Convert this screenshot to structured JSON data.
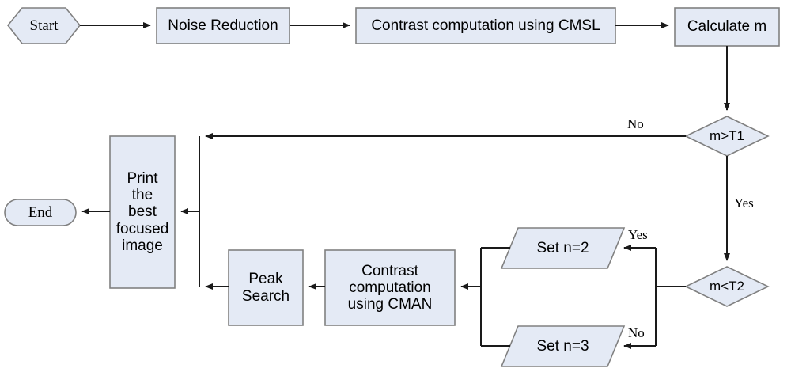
{
  "diagram": {
    "title": "Autofocus algorithm flowchart",
    "style": {
      "shape_fill": "#e4eaf5",
      "shape_stroke": "#808080",
      "line_color": "#1a1a1a",
      "text_color": "#000000",
      "background": "#ffffff"
    }
  },
  "nodes": [
    {
      "id": "start",
      "shape": "hexagon",
      "label": "Start"
    },
    {
      "id": "noise",
      "shape": "rectangle",
      "label": "Noise Reduction"
    },
    {
      "id": "cmsl",
      "shape": "rectangle",
      "label": "Contrast computation using CMSL"
    },
    {
      "id": "calc-m",
      "shape": "rectangle",
      "label": "Calculate m"
    },
    {
      "id": "m-gt-t1",
      "shape": "diamond",
      "label": "m>T1"
    },
    {
      "id": "m-lt-t2",
      "shape": "diamond",
      "label": "m<T2"
    },
    {
      "id": "set-n2",
      "shape": "parallelogram",
      "label": "Set n=2"
    },
    {
      "id": "set-n3",
      "shape": "parallelogram",
      "label": "Set n=3"
    },
    {
      "id": "cman",
      "shape": "rectangle",
      "label": "Contrast\ncomputation\nusing CMAN"
    },
    {
      "id": "peak-search",
      "shape": "rectangle",
      "label": "Peak\nSearch"
    },
    {
      "id": "print-best",
      "shape": "rectangle",
      "label": "Print\nthe\nbest\nfocused\nimage"
    },
    {
      "id": "end",
      "shape": "stadium",
      "label": "End"
    }
  ],
  "edge_labels": {
    "t1_no": "No",
    "t1_yes": "Yes",
    "t2_yes": "Yes",
    "t2_no": "No"
  },
  "edges": [
    {
      "from": "start",
      "to": "noise",
      "label": ""
    },
    {
      "from": "noise",
      "to": "cmsl",
      "label": ""
    },
    {
      "from": "cmsl",
      "to": "calc-m",
      "label": ""
    },
    {
      "from": "calc-m",
      "to": "m-gt-t1",
      "label": ""
    },
    {
      "from": "m-gt-t1",
      "to": "print-best",
      "label": "No"
    },
    {
      "from": "m-gt-t1",
      "to": "m-lt-t2",
      "label": "Yes"
    },
    {
      "from": "m-lt-t2",
      "to": "set-n2",
      "label": "Yes"
    },
    {
      "from": "m-lt-t2",
      "to": "set-n3",
      "label": "No"
    },
    {
      "from": "set-n2",
      "to": "cman",
      "label": ""
    },
    {
      "from": "set-n3",
      "to": "cman",
      "label": ""
    },
    {
      "from": "cman",
      "to": "peak-search",
      "label": ""
    },
    {
      "from": "peak-search",
      "to": "print-best",
      "label": ""
    },
    {
      "from": "print-best",
      "to": "end",
      "label": ""
    }
  ]
}
